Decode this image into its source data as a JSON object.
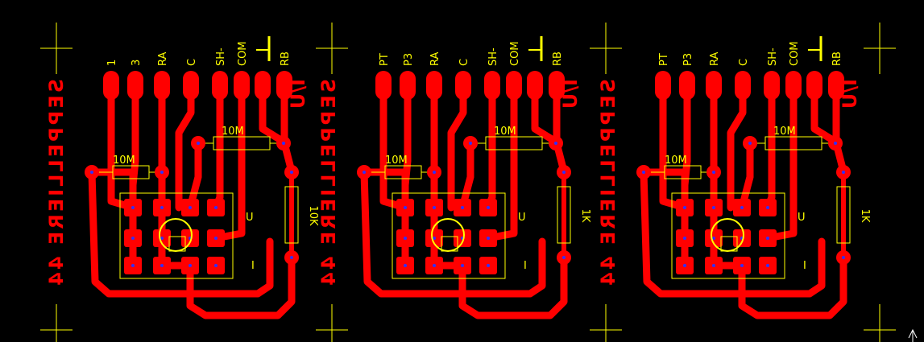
{
  "colors": {
    "background": "#000000",
    "copper": "#ff0000",
    "silkscreen": "#ffff00",
    "via": "#3030ff"
  },
  "panels": [
    {
      "pin_labels": [
        "1",
        "3",
        "RA",
        "C",
        "SH-",
        "COM",
        "",
        "RB"
      ],
      "res_top": "10M",
      "res_left": "10M",
      "res_right": "10K",
      "board_name": "SEPPELLIERE 44",
      "iv_label": "I/U",
      "u_label": "U",
      "i_label": "I"
    },
    {
      "pin_labels": [
        "PT",
        "P3",
        "RA",
        "C",
        "SH-",
        "COM",
        "",
        "RB"
      ],
      "res_top": "10M",
      "res_left": "10M",
      "res_right": "1K",
      "board_name": "SEPPELLIERE 44",
      "iv_label": "I/U",
      "u_label": "U",
      "i_label": "I"
    },
    {
      "pin_labels": [
        "PT",
        "P3",
        "RA",
        "C",
        "SH-",
        "COM",
        "",
        "RB"
      ],
      "res_top": "10M",
      "res_left": "10M",
      "res_right": "1K",
      "board_name": "SEPPELLIERE 44",
      "iv_label": "I/U",
      "u_label": "U",
      "i_label": "I"
    }
  ],
  "ground_symbol": "ground-bar-icon"
}
